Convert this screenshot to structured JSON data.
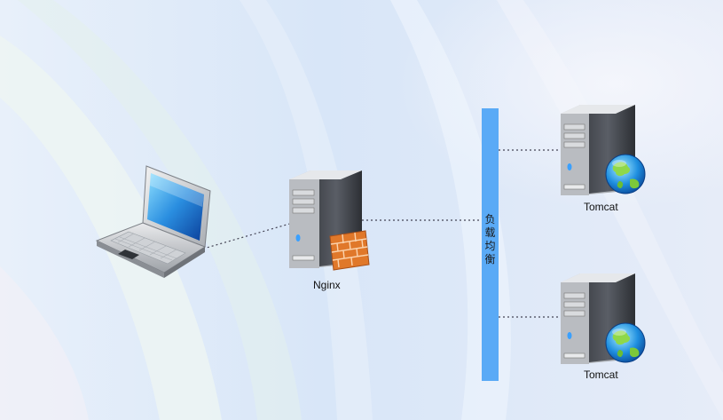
{
  "diagram": {
    "nodes": {
      "client": {
        "icon": "laptop-icon"
      },
      "proxy": {
        "label": "Nginx",
        "icon": "server-with-firewall-icon"
      },
      "load_balancer": {
        "label": "负载均衡",
        "color": "#5aaaf6"
      },
      "backend_top": {
        "label": "Tomcat",
        "icon": "server-with-globe-icon"
      },
      "backend_bottom": {
        "label": "Tomcat",
        "icon": "server-with-globe-icon"
      }
    },
    "edges": [
      {
        "from": "client",
        "to": "proxy",
        "style": "dotted"
      },
      {
        "from": "proxy",
        "to": "load_balancer",
        "style": "dotted"
      },
      {
        "from": "load_balancer",
        "to": "backend_top",
        "style": "dotted"
      },
      {
        "from": "load_balancer",
        "to": "backend_bottom",
        "style": "dotted"
      }
    ]
  }
}
